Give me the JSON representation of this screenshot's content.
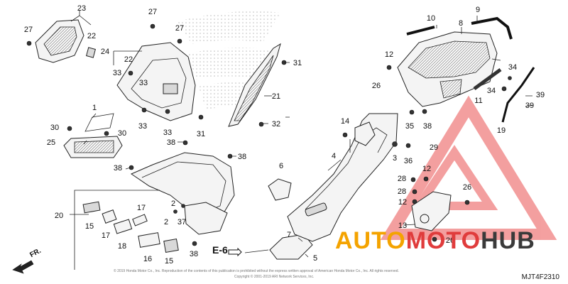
{
  "diagram": {
    "code": "MJT4F2310",
    "direction_label": "FR.",
    "reference_label": "E-6",
    "copyright_line1": "© 2019 Honda Motor Co., Inc. Reproduction of the contents of this publication is prohibited without the express written approval of American Honda Motor Co., Inc. All rights reserved.",
    "copyright_line2": "Copyright © 2001-2019 ARI Network Services, Inc.",
    "watermark": {
      "part1": "AUTO",
      "part2": "MOTO",
      "part3": "HUB"
    },
    "callouts": [
      {
        "id": "c1",
        "text": "23"
      },
      {
        "id": "c2",
        "text": "27"
      },
      {
        "id": "c3",
        "text": "22"
      },
      {
        "id": "c4",
        "text": "27"
      },
      {
        "id": "c5",
        "text": "27"
      },
      {
        "id": "c6",
        "text": "24"
      },
      {
        "id": "c7",
        "text": "22"
      },
      {
        "id": "c8",
        "text": "33"
      },
      {
        "id": "c9",
        "text": "33"
      },
      {
        "id": "c10",
        "text": "33"
      },
      {
        "id": "c11",
        "text": "33"
      },
      {
        "id": "c12",
        "text": "31"
      },
      {
        "id": "c13",
        "text": "31"
      },
      {
        "id": "c14",
        "text": "21"
      },
      {
        "id": "c15",
        "text": "32"
      },
      {
        "id": "c16",
        "text": "1"
      },
      {
        "id": "c17",
        "text": "30"
      },
      {
        "id": "c18",
        "text": "30"
      },
      {
        "id": "c19",
        "text": "25"
      },
      {
        "id": "c20",
        "text": "38"
      },
      {
        "id": "c21",
        "text": "38"
      },
      {
        "id": "c22",
        "text": "38"
      },
      {
        "id": "c23",
        "text": "20"
      },
      {
        "id": "c24",
        "text": "15"
      },
      {
        "id": "c25",
        "text": "17"
      },
      {
        "id": "c26",
        "text": "18"
      },
      {
        "id": "c27",
        "text": "17"
      },
      {
        "id": "c28",
        "text": "16"
      },
      {
        "id": "c29",
        "text": "15"
      },
      {
        "id": "c30",
        "text": "2"
      },
      {
        "id": "c31",
        "text": "2"
      },
      {
        "id": "c32",
        "text": "37"
      },
      {
        "id": "c33",
        "text": "38"
      },
      {
        "id": "c34",
        "text": "6"
      },
      {
        "id": "c35",
        "text": "7"
      },
      {
        "id": "c36",
        "text": "5"
      },
      {
        "id": "c37",
        "text": "4"
      },
      {
        "id": "c38",
        "text": "14"
      },
      {
        "id": "c39",
        "text": "10"
      },
      {
        "id": "c40",
        "text": "9"
      },
      {
        "id": "c41",
        "text": "8"
      },
      {
        "id": "c42",
        "text": "12"
      },
      {
        "id": "c43",
        "text": "26"
      },
      {
        "id": "c44",
        "text": "35"
      },
      {
        "id": "c45",
        "text": "38"
      },
      {
        "id": "c46",
        "text": "3"
      },
      {
        "id": "c47",
        "text": "36"
      },
      {
        "id": "c48",
        "text": "29"
      },
      {
        "id": "c49",
        "text": "12"
      },
      {
        "id": "c50",
        "text": "28"
      },
      {
        "id": "c51",
        "text": "28"
      },
      {
        "id": "c52",
        "text": "12"
      },
      {
        "id": "c53",
        "text": "26"
      },
      {
        "id": "c54",
        "text": "13"
      },
      {
        "id": "c55",
        "text": "26"
      },
      {
        "id": "c56",
        "text": "34"
      },
      {
        "id": "c57",
        "text": "34"
      },
      {
        "id": "c58",
        "text": "11"
      },
      {
        "id": "c59",
        "text": "39"
      },
      {
        "id": "c60",
        "text": "39"
      },
      {
        "id": "c61",
        "text": "19"
      }
    ]
  },
  "colors": {
    "watermark_orange": "#f4a300",
    "watermark_red": "#e03c3c",
    "watermark_dark": "#3a3a3a",
    "triangle": "#f08080"
  }
}
